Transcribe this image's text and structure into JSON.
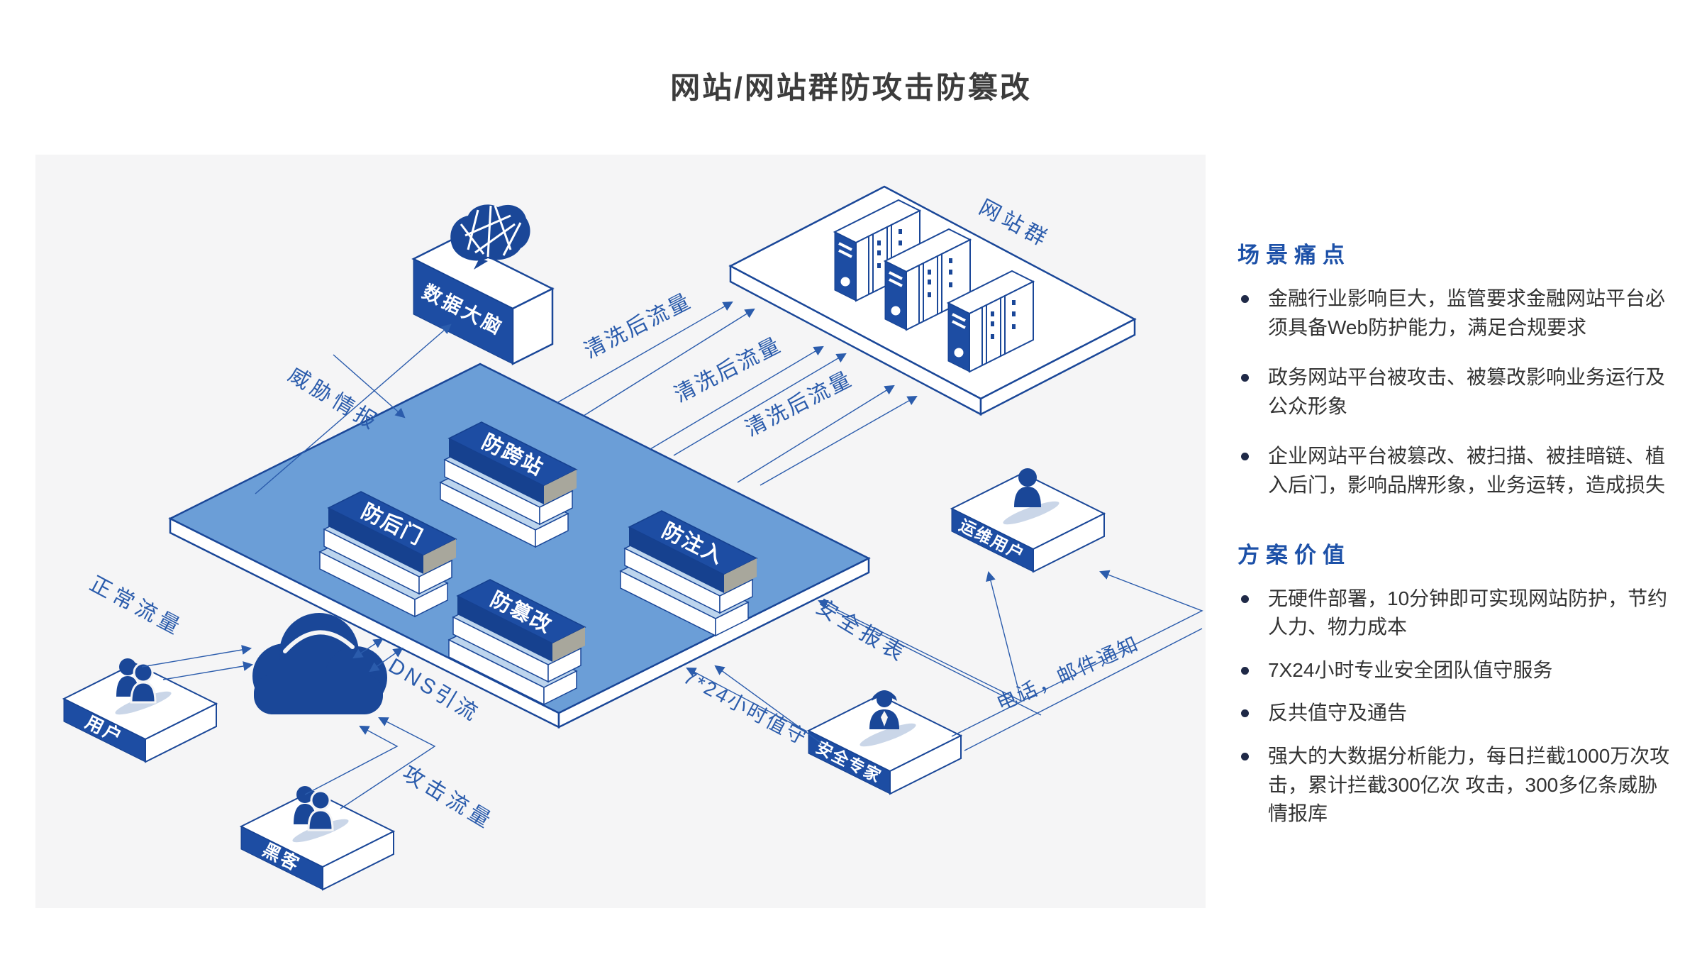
{
  "title": "网站/网站群防攻击防篡改",
  "diagram": {
    "nodes": {
      "data_brain": "数据大脑",
      "website_cluster": "网站群",
      "user": "用户",
      "hacker": "黑客",
      "security_expert": "安全专家",
      "ops_user": "运维用户"
    },
    "modules": {
      "anti_xss": "防跨站",
      "anti_backdoor": "防后门",
      "anti_injection": "防注入",
      "anti_tamper": "防篡改"
    },
    "flows": {
      "threat_intel": "威胁情报",
      "cleaned_traffic": "清洗后流量",
      "normal_traffic": "正常流量",
      "attack_traffic": "攻击流量",
      "dns_diversion": "DNS引流",
      "security_report": "安全报表",
      "duty_7x24": "7*24小时值守",
      "phone_email_notice": "电话，邮件通知"
    }
  },
  "panel": {
    "pain_points": {
      "heading": "场景痛点",
      "items": [
        "金融行业影响巨大，监管要求金融网站平台必须具备Web防护能力，满足合规要求",
        "政务网站平台被攻击、被篡改影响业务运行及公众形象",
        "企业网站平台被篡改、被扫描、被挂暗链、植入后门，影响品牌形象，业务运转，造成损失"
      ]
    },
    "solution_values": {
      "heading": "方案价值",
      "items": [
        "无硬件部署，10分钟即可实现网站防护，节约人力、物力成本",
        "7X24小时专业安全团队值守服务",
        "反共值守及通告",
        "强大的大数据分析能力，每日拦截1000万次攻击，累计拦截300亿次 攻击，300多亿条威胁情报库"
      ]
    }
  },
  "colors": {
    "primary_blue": "#1a4798",
    "label_blue": "#2b5cac",
    "platform_blue": "#6b9ed7",
    "panel_gray": "#f5f5f6",
    "heading_blue": "#1d51a8",
    "text_dark": "#333333"
  }
}
